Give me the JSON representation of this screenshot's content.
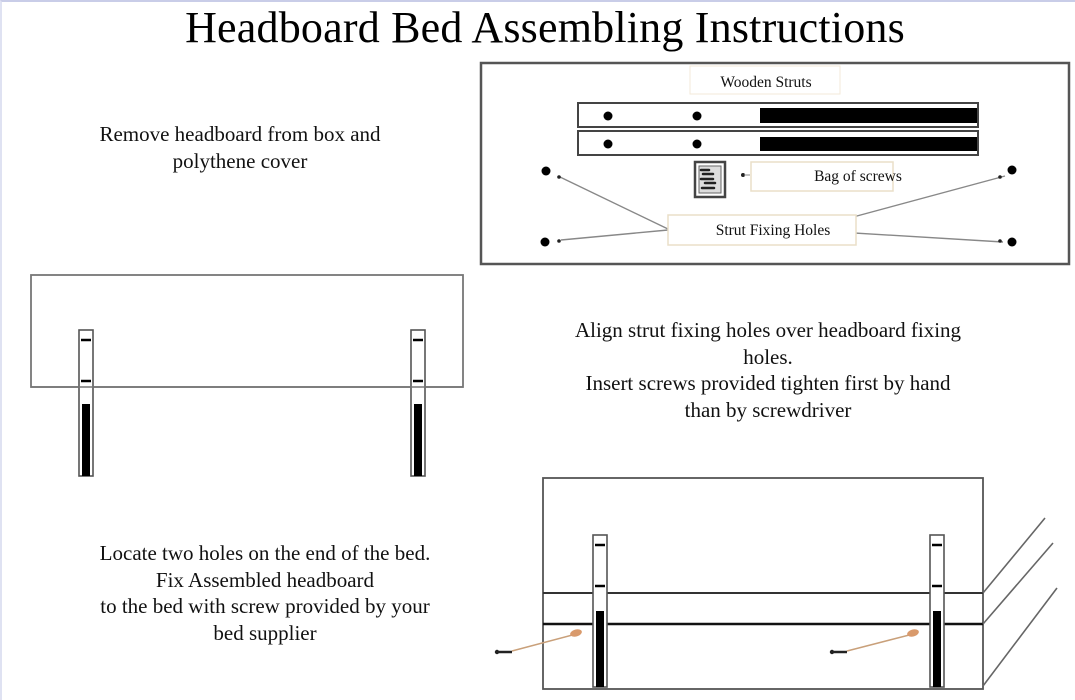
{
  "document": {
    "title": "Headboard Bed Assembling Instructions"
  },
  "steps": [
    {
      "lines": [
        "Remove headboard from box and",
        "polythene cover"
      ]
    },
    {
      "lines": [
        "Align strut fixing holes over headboard fixing",
        "holes.",
        "Insert screws provided tighten first by hand",
        "than by screwdriver"
      ]
    },
    {
      "lines": [
        "Locate two holes on the end of the bed.",
        "Fix Assembled headboard",
        "to the bed with screw provided by your",
        "bed supplier"
      ]
    }
  ],
  "parts_diagram": {
    "labels": {
      "wooden_struts": "Wooden Struts",
      "bag_of_screws": "Bag of screws",
      "strut_fixing_holes": "Strut Fixing Holes"
    }
  },
  "colors": {
    "line": "#555555",
    "ink": "#000000",
    "label_box_border": "#eadfc8",
    "screw_arrow": "#c9a07a"
  }
}
